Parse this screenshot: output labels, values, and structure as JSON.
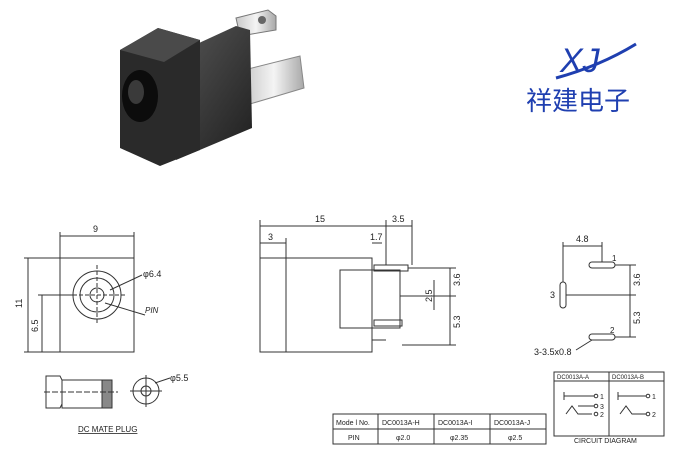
{
  "brand": {
    "logo_letters": "XJ",
    "company_name": "祥建电子",
    "accent_color": "#1f3fb0"
  },
  "front_view": {
    "width": "9",
    "height": "11",
    "hole_dia": "φ6.4",
    "pin_label": "PIN",
    "center_offset": "6.5"
  },
  "side_view": {
    "length": "15",
    "tab_width": "3.5",
    "front": "3",
    "step": "1.7",
    "pin_top": "3.6",
    "pin_mid": "2.5",
    "pin_bottom": "5.3"
  },
  "pin_layout": {
    "width": "4.8",
    "top": "3.6",
    "bottom": "5.3",
    "slot": "3-3.5x0.8",
    "pin1": "1",
    "pin2": "2",
    "pin3": "3"
  },
  "plug": {
    "dia": "φ5.5",
    "label": "DC MATE PLUG"
  },
  "pin_table": {
    "header": [
      "Mode l No.",
      "DC0013A-H",
      "DC0013A-I",
      "DC0013A-J"
    ],
    "row": [
      "PIN",
      "φ2.0",
      "φ2.35",
      "φ2.5"
    ]
  },
  "circuit": {
    "col_a": "DC0013A-A",
    "col_b": "DC0013A-B",
    "n1": "1",
    "n2": "2",
    "n3": "3",
    "title": "CIRCUIT DIAGRAM"
  }
}
